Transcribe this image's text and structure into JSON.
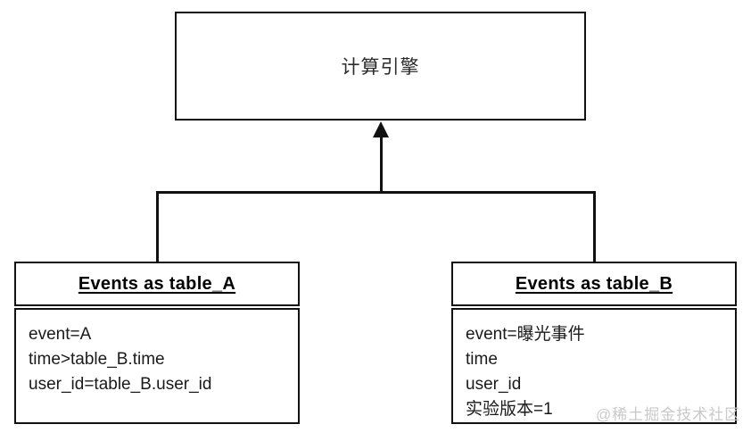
{
  "diagram": {
    "engine": {
      "label": "计算引擎"
    },
    "tables": [
      {
        "id": "table-a",
        "title": "Events as table_A",
        "lines": [
          "event=A",
          "time>table_B.time",
          "user_id=table_B.user_id"
        ]
      },
      {
        "id": "table-b",
        "title": "Events as table_B",
        "lines": [
          "event=曝光事件",
          "time",
          "user_id",
          "实验版本=1"
        ]
      }
    ],
    "connector": {
      "type": "bracket-arrow-up",
      "arrow_icon": "arrow-up-icon"
    },
    "watermark": "@稀土掘金技术社区",
    "colors": {
      "stroke": "#111111",
      "background": "#ffffff",
      "text": "#1a1a1a",
      "watermark": "#c9c9c9"
    }
  }
}
